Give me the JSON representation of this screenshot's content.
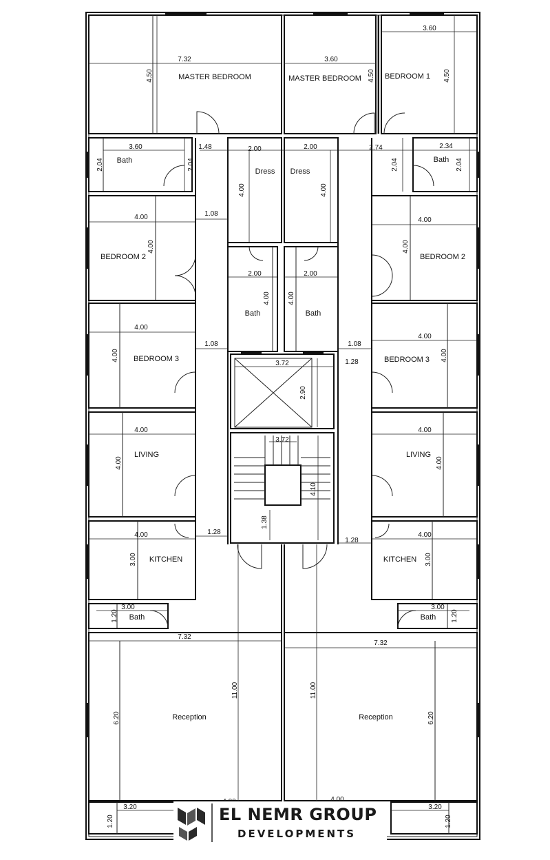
{
  "brand": {
    "name": "EL NEMR GROUP",
    "subtitle": "DEVELOPMENTS"
  },
  "rooms": {
    "master_bedroom_left": "MASTER BEDROOM",
    "master_bedroom_right": "MASTER BEDROOM",
    "bedroom1": "BEDROOM 1",
    "bath_top_left": "Bath",
    "bath_top_right": "Bath",
    "dress_left": "Dress",
    "dress_right": "Dress",
    "bedroom2_left": "BEDROOM 2",
    "bedroom2_right": "BEDROOM 2",
    "bath_mid_left": "Bath",
    "bath_mid_right": "Bath",
    "bedroom3_left": "BEDROOM 3",
    "bedroom3_right": "BEDROOM 3",
    "living_left": "LIVING",
    "living_right": "LIVING",
    "kitchen_left": "KITCHEN",
    "kitchen_right": "KITCHEN",
    "bath_low_left": "Bath",
    "bath_low_right": "Bath",
    "reception_left": "Reception",
    "reception_right": "Reception"
  },
  "dimensions": {
    "master_left_w": "7.32",
    "master_left_h": "4.50",
    "master_right_w": "3.60",
    "master_right_h": "4.50",
    "bedroom1_w": "3.60",
    "bedroom1_h": "4.50",
    "bath_tl_w": "3.60",
    "bath_tl_h": "2.04",
    "bath_tl_h2": "2.04",
    "corr_left_top": "1.48",
    "dress_left_w": "2.00",
    "dress_right_w": "2.00",
    "dress_left_h": "4.00",
    "dress_right_h": "4.00",
    "corr_right_top": "2.74",
    "bath_tr_w": "2.34",
    "bath_tr_h": "2.04",
    "bath_tr_h2": "2.04",
    "bed2_left_w": "4.00",
    "bed2_left_h": "4.00",
    "corr_left_b2": "1.08",
    "bed2_right_w": "4.00",
    "bed2_right_h": "4.00",
    "bath_ml_w": "2.00",
    "bath_ml_h": "4.00",
    "bath_mr_w": "2.00",
    "bath_mr_h": "4.00",
    "bed3_left_w": "4.00",
    "bed3_left_h": "4.00",
    "corr_left_b3": "1.08",
    "corr_right_b3": "1.08",
    "corr_right_b3b": "1.28",
    "bed3_right_w": "4.00",
    "bed3_right_h": "4.00",
    "elevator_w": "3.72",
    "elevator_h": "2.90",
    "stair_w": "3.72",
    "stair_h": "4.10",
    "living_left_w": "4.00",
    "living_left_h": "4.00",
    "living_right_w": "4.00",
    "living_right_h": "4.00",
    "corr_left_k": "1.28",
    "corr_right_k": "1.28",
    "lobby_h": "1.38",
    "kitchen_left_w": "4.00",
    "kitchen_left_h": "3.00",
    "kitchen_right_w": "4.00",
    "kitchen_right_h": "3.00",
    "bath_ll_w": "3.00",
    "bath_ll_h": "1.20",
    "bath_lr_w": "3.00",
    "bath_lr_h": "1.20",
    "reception_left_w": "7.32",
    "reception_right_w": "7.32",
    "reception_left_h": "6.20",
    "reception_right_h": "6.20",
    "corridor_left_h": "11.00",
    "corridor_right_h": "11.00",
    "bottom_left_w": "4.00",
    "bottom_right_w": "4.00",
    "balcony_left_w": "3.20",
    "balcony_left_h": "1.20",
    "balcony_right_w": "3.20",
    "balcony_right_h": "1.20"
  }
}
